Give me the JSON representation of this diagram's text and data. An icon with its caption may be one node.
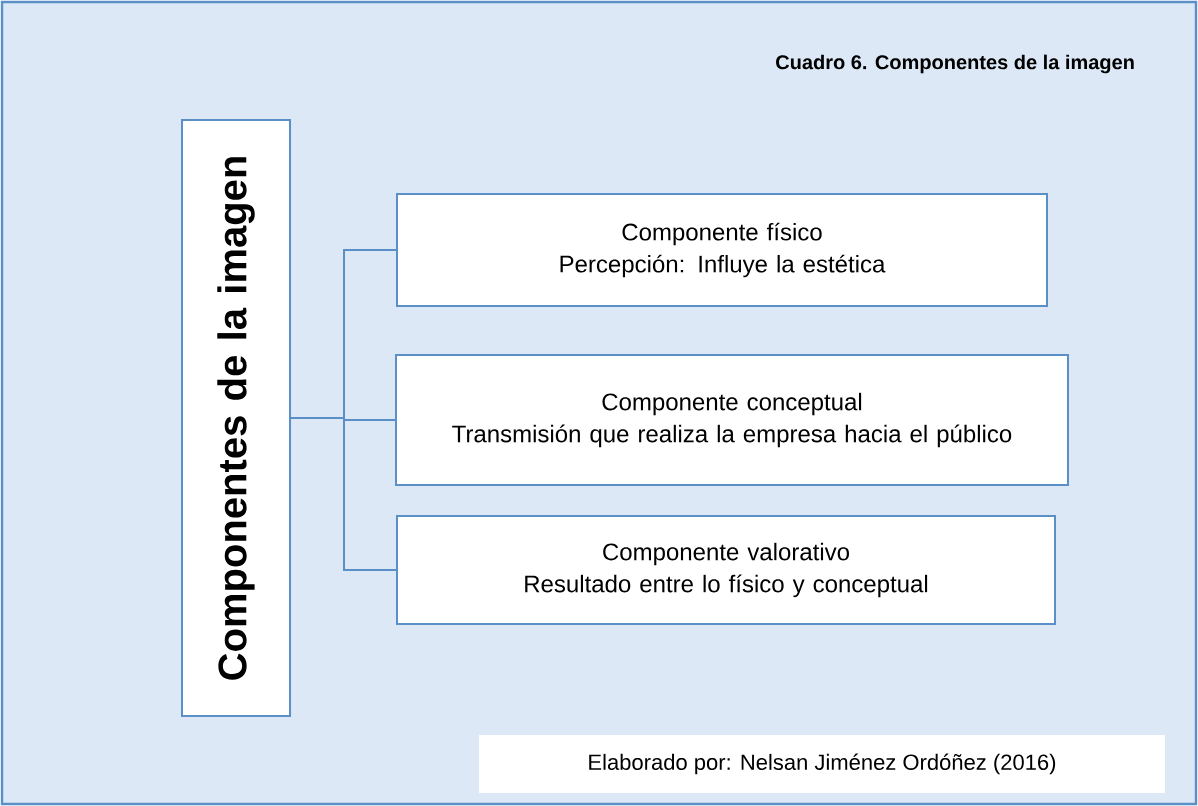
{
  "diagram": {
    "title": "Cuadro 6. Componentes de la imagen",
    "nodes": [
      {
        "text": [
          "Componentes de la imagen"
        ]
      },
      {
        "text": [
          "Componente físico",
          "Percepción: Influye la estética"
        ]
      },
      {
        "text": [
          "Componente conceptual",
          "Transmisión que realiza la empresa hacia el público"
        ]
      },
      {
        "text": [
          "Componente valorativo",
          "Resultado entre lo físico y conceptual"
        ]
      }
    ],
    "edges": [
      {
        "from": 0,
        "to": 1,
        "arrow": "none"
      },
      {
        "from": 0,
        "to": 2,
        "arrow": "none"
      },
      {
        "from": 0,
        "to": 3,
        "arrow": "none"
      }
    ],
    "labels": [
      "Elaborado por: Nelsan Jiménez Ordóñez (2016)"
    ]
  }
}
